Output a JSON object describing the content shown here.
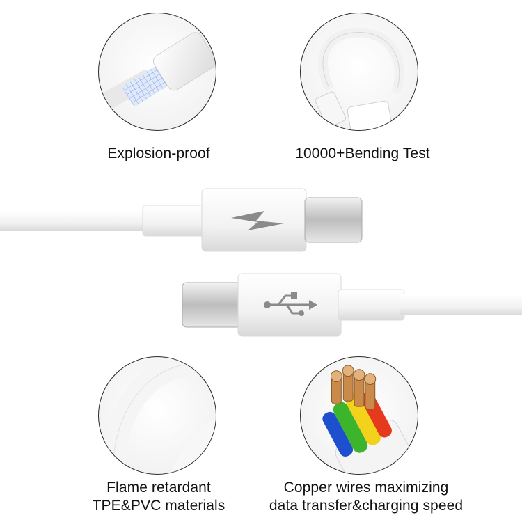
{
  "features": [
    {
      "id": "explosion",
      "lines": [
        "Explosion-proof"
      ],
      "icon": "wrapped-cable-shield"
    },
    {
      "id": "bending",
      "lines": [
        "10000+Bending Test"
      ],
      "icon": "bent-cable-loop"
    },
    {
      "id": "flame",
      "lines": [
        "Flame retardant",
        "TPE&PVC materials"
      ],
      "icon": "cable-coil"
    },
    {
      "id": "copper",
      "lines": [
        "Copper wires maximizing",
        "data transfer&charging speed"
      ],
      "icon": "copper-wire-bundle"
    }
  ],
  "colors": {
    "cable": "#f4f4f4",
    "connector": "#c9c9c9",
    "logo": "#8a8a8a",
    "wire_red": "#e53a1e",
    "wire_yellow": "#f2d21a",
    "wire_green": "#3cb52c",
    "wire_blue": "#1d4fcf",
    "copper": "#c98a4a"
  },
  "cable_icons": [
    "lightning-icon",
    "usb-icon"
  ]
}
